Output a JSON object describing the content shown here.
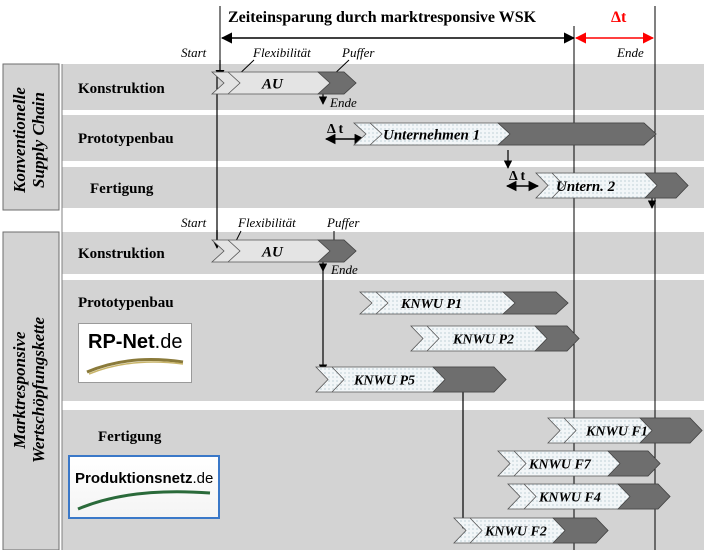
{
  "header": {
    "title": "Zeiteinsparung durch marktresponsive WSK",
    "delta": "Δt",
    "ende": "Ende"
  },
  "conventional": {
    "section_label_line1": "Konventionelle",
    "section_label_line2": "Supply Chain",
    "start": "Start",
    "flexibilitaet": "Flexibilität",
    "puffer": "Puffer",
    "ende": "Ende",
    "rows": [
      {
        "label": "Konstruktion",
        "chevron": "AU"
      },
      {
        "label": "Prototypenbau",
        "chevron": "Unternehmen 1",
        "delta": "Δ t"
      },
      {
        "label": "Fertigung",
        "chevron": "Untern. 2",
        "delta": "Δ t"
      }
    ]
  },
  "responsive": {
    "section_label_line1": "Marktresponsive",
    "section_label_line2": "Wertschöpfungskette",
    "start": "Start",
    "flexibilitaet": "Flexibilität",
    "puffer": "Puffer",
    "ende": "Ende",
    "rows": [
      {
        "label": "Konstruktion",
        "chevron": "AU"
      },
      {
        "label": "Prototypenbau",
        "chevrons": [
          "KNWU P1",
          "KNWU P2",
          "KNWU P5"
        ]
      },
      {
        "label": "Fertigung",
        "chevrons": [
          "KNWU F1",
          "KNWU F7",
          "KNWU F4",
          "KNWU F2"
        ]
      }
    ],
    "logos": {
      "rp_bold": "RP-Net",
      "rp_suffix": ".de",
      "pn_bold": "Produktionsnetz",
      "pn_suffix": ".de"
    }
  },
  "colors": {
    "row_bg": "#d3d3d3",
    "chevron_dark": "#6e6e6e",
    "chevron_light": "#ecf2f4",
    "delta_red": "#ff0000"
  }
}
